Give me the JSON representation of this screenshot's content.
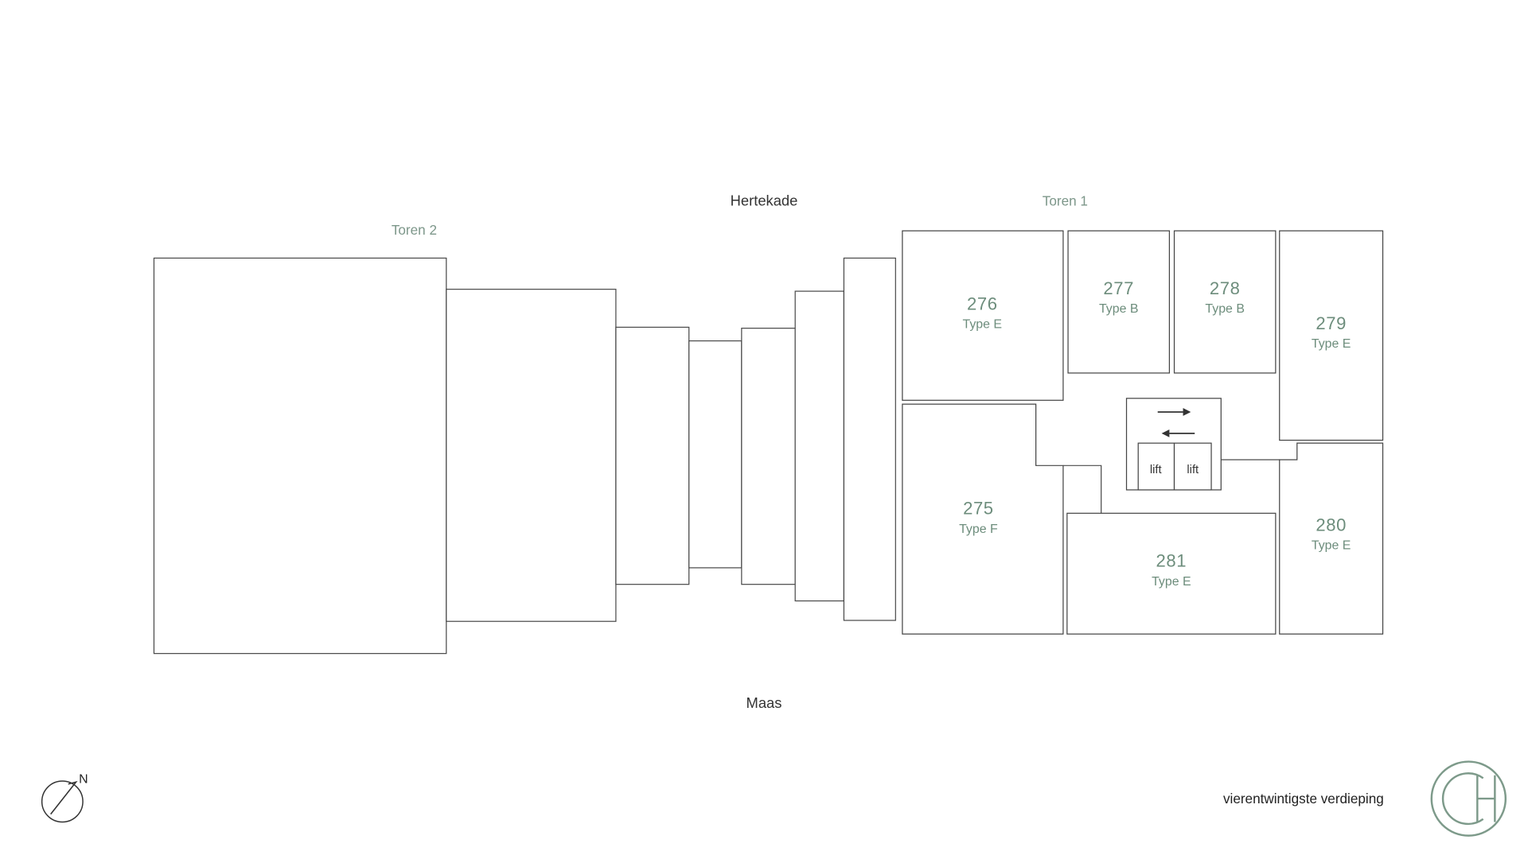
{
  "plan": {
    "street_top": "Hertekade",
    "street_bottom": "Maas",
    "tower_left_label": "Toren 2",
    "tower_right_label": "Toren 1",
    "floor_label": "vierentwintigste verdieping",
    "compass_label": "N",
    "logo_monogram": "CH",
    "apartments": {
      "a275": {
        "number": "275",
        "type": "Type F"
      },
      "a276": {
        "number": "276",
        "type": "Type E"
      },
      "a277": {
        "number": "277",
        "type": "Type B"
      },
      "a278": {
        "number": "278",
        "type": "Type B"
      },
      "a279": {
        "number": "279",
        "type": "Type E"
      },
      "a280": {
        "number": "280",
        "type": "Type E"
      },
      "a281": {
        "number": "281",
        "type": "Type E"
      }
    },
    "lifts": {
      "lift_left": "lift",
      "lift_right": "lift"
    }
  },
  "colors": {
    "accent_green": "#6d8d7c",
    "tower_label_green": "#7d978a",
    "logo_green": "#7d9a8a",
    "text_dark": "#333333",
    "outline": "#4a4a4a",
    "background": "#ffffff"
  }
}
